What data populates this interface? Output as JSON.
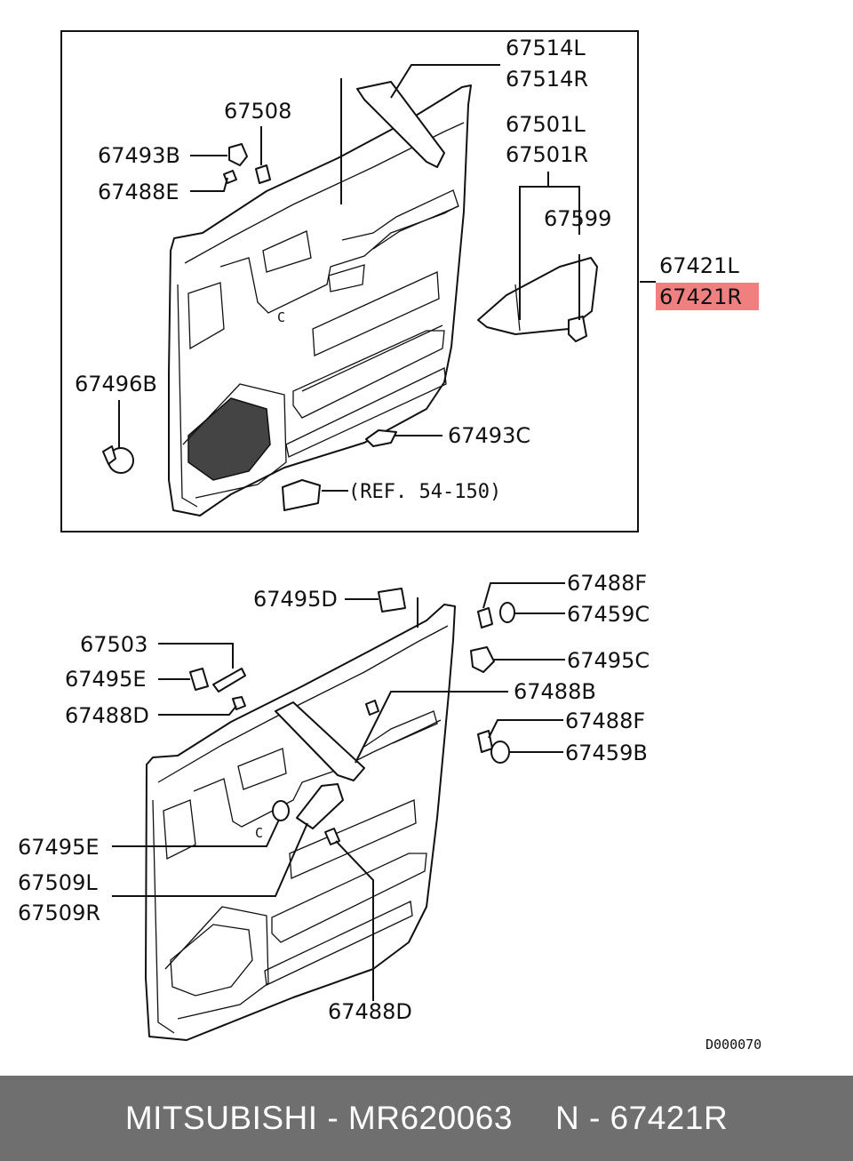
{
  "top_panel": {
    "labels": {
      "p67514L": "67514L",
      "p67514R": "67514R",
      "p67508": "67508",
      "p67493B": "67493B",
      "p67488E": "67488E",
      "p67501L": "67501L",
      "p67501R": "67501R",
      "p67599": "67599",
      "p67421L": "67421L",
      "p67421R": "67421R",
      "p67496B": "67496B",
      "p67493C": "67493C",
      "ref": "(REF. 54-150)"
    },
    "highlight_color": "#f08080"
  },
  "bottom_panel": {
    "labels": {
      "p67495D": "67495D",
      "p67488F_a": "67488F",
      "p67459C": "67459C",
      "p67503": "67503",
      "p67495C": "67495C",
      "p67495E_a": "67495E",
      "p67488B": "67488B",
      "p67488D_a": "67488D",
      "p67488F_b": "67488F",
      "p67459B": "67459B",
      "p67495E_b": "67495E",
      "p67509L": "67509L",
      "p67509R": "67509R",
      "p67488D_b": "67488D"
    }
  },
  "diagram_code": "D000070",
  "footer": {
    "brand_part": "MITSUBISHI - MR620063",
    "ref_part": "N - 67421R"
  }
}
